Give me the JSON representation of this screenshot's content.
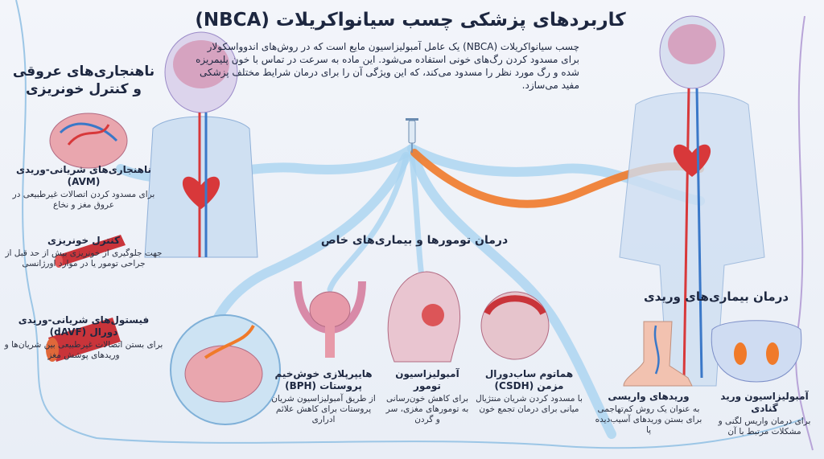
{
  "title": "کاربردهای پزشکی چسب سیانواکریلات (NBCA)",
  "intro": "چسب سیانواکریلات (NBCA) یک عامل آمبولیزاسیون مایع است که در روش‌های اندوواسکولار برای مسدود کردن رگ‌های خونی استفاده می‌شود. این ماده به سرعت در تماس با خون پلیمریزه شده و رگ مورد نظر را مسدود می‌کند، که این ویژگی آن را برای درمان شرایط مختلف پزشکی مفید می‌سازد.",
  "colors": {
    "title": "#1d2740",
    "artery": "#d8383a",
    "vein": "#3a78c8",
    "glue": "#f07a2a",
    "vessel_stream": "#a9d3f0"
  },
  "sections": {
    "vascular": {
      "heading_line1": "ناهنجاری‌های عروقی",
      "heading_line2": "و کنترل خونریزی",
      "items": [
        {
          "title": "ناهنجاری‌های شریانی-وریدی (AVM)",
          "desc_line1": "برای مسدود کردن اتصالات غیرطبیعی",
          "desc_line2": "در عروق مغز و نخاع",
          "icon": "brain-avm-icon"
        },
        {
          "title": "کنترل خونریزی",
          "desc_line1": "جهت جلوگیری از خونریزی بیش از حد قبل",
          "desc_line2": "از جراحی تومور یا در موارد اورژانسی",
          "icon": "bleeding-vessel-icon"
        },
        {
          "title_line1": "فیستول‌های شریانی-وریدی",
          "title_line2": "دورال (dAVF)",
          "desc_line1": "برای بستن اتصالات غیرطبیعی بین",
          "desc_line2": "شریان‌ها و وریدهای پوشش مغز",
          "icon": "fistula-vessel-icon"
        }
      ]
    },
    "tumors": {
      "heading": "درمان تومورها و بیماری‌های خاص",
      "items": [
        {
          "title_line1": "هایپرپلازی خوش‌خیم",
          "title_line2": "پروستات (BPH)",
          "desc_line1": "از طریق آمبولیزاسیون شریان",
          "desc_line2": "پروستات برای کاهش علائم ادراری",
          "icon": "prostate-icon"
        },
        {
          "title_line1": "آمبولیزاسیون تومور",
          "desc_line1": "برای کاهش خون‌رسانی به",
          "desc_line2": "تومورهای مغزی، سر و",
          "desc_line3": "گردن",
          "icon": "head-tumor-icon"
        },
        {
          "title_line1": "هماتوم ساب‌دورال مزمن",
          "title_line2": "(CSDH)",
          "desc_line1": "با مسدود کردن شریان منتژیال",
          "desc_line2": "میانی برای درمان تجمع خون",
          "icon": "brain-hematoma-icon"
        }
      ]
    },
    "venous": {
      "heading": "درمان بیماری‌های وریدی",
      "items": [
        {
          "title": "وریدهای واریسی",
          "desc_line1": "به عنوان یک روش کم‌تهاجمی برای",
          "desc_line2": "بستن وریدهای آسیب‌دیده پا",
          "icon": "leg-varicose-icon"
        },
        {
          "title": "آمبولیزاسیون ورید گنادی",
          "desc_line1": "برای درمان واریس لگنی و",
          "desc_line2": "مشکلات مرتبط با آن",
          "icon": "pelvis-icon"
        }
      ]
    }
  }
}
